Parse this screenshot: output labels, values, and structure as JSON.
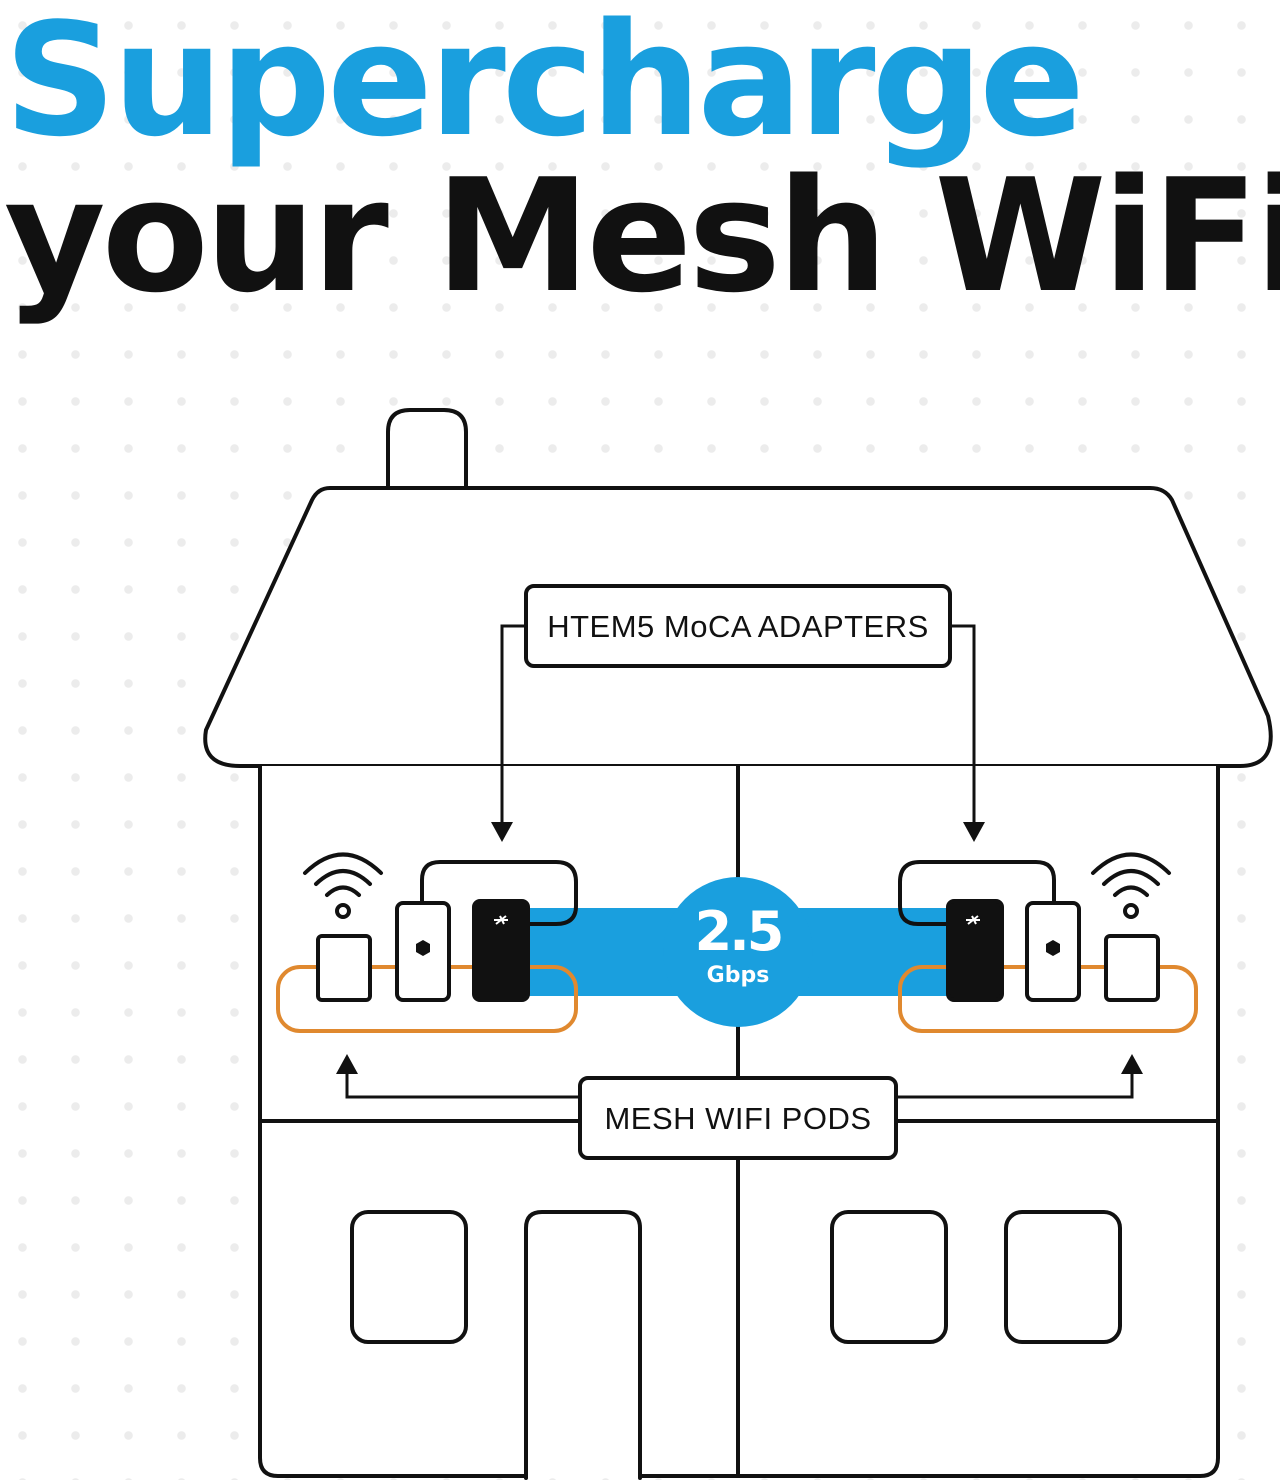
{
  "headline": {
    "line1": "Supercharge",
    "line2": "your Mesh WiFi"
  },
  "diagram": {
    "adapters_label": "HTEM5 MoCA ADAPTERS",
    "pods_label": "MESH WIFI PODS",
    "speed_value": "2.5",
    "speed_unit": "Gbps"
  },
  "colors": {
    "accent_blue": "#1a9fde",
    "ethernet_orange": "#e0892f",
    "outline": "#111111",
    "background": "#ffffff"
  },
  "icons": [
    "wifi-icon",
    "logo-icon",
    "hexagon-icon",
    "arrow-icon"
  ]
}
